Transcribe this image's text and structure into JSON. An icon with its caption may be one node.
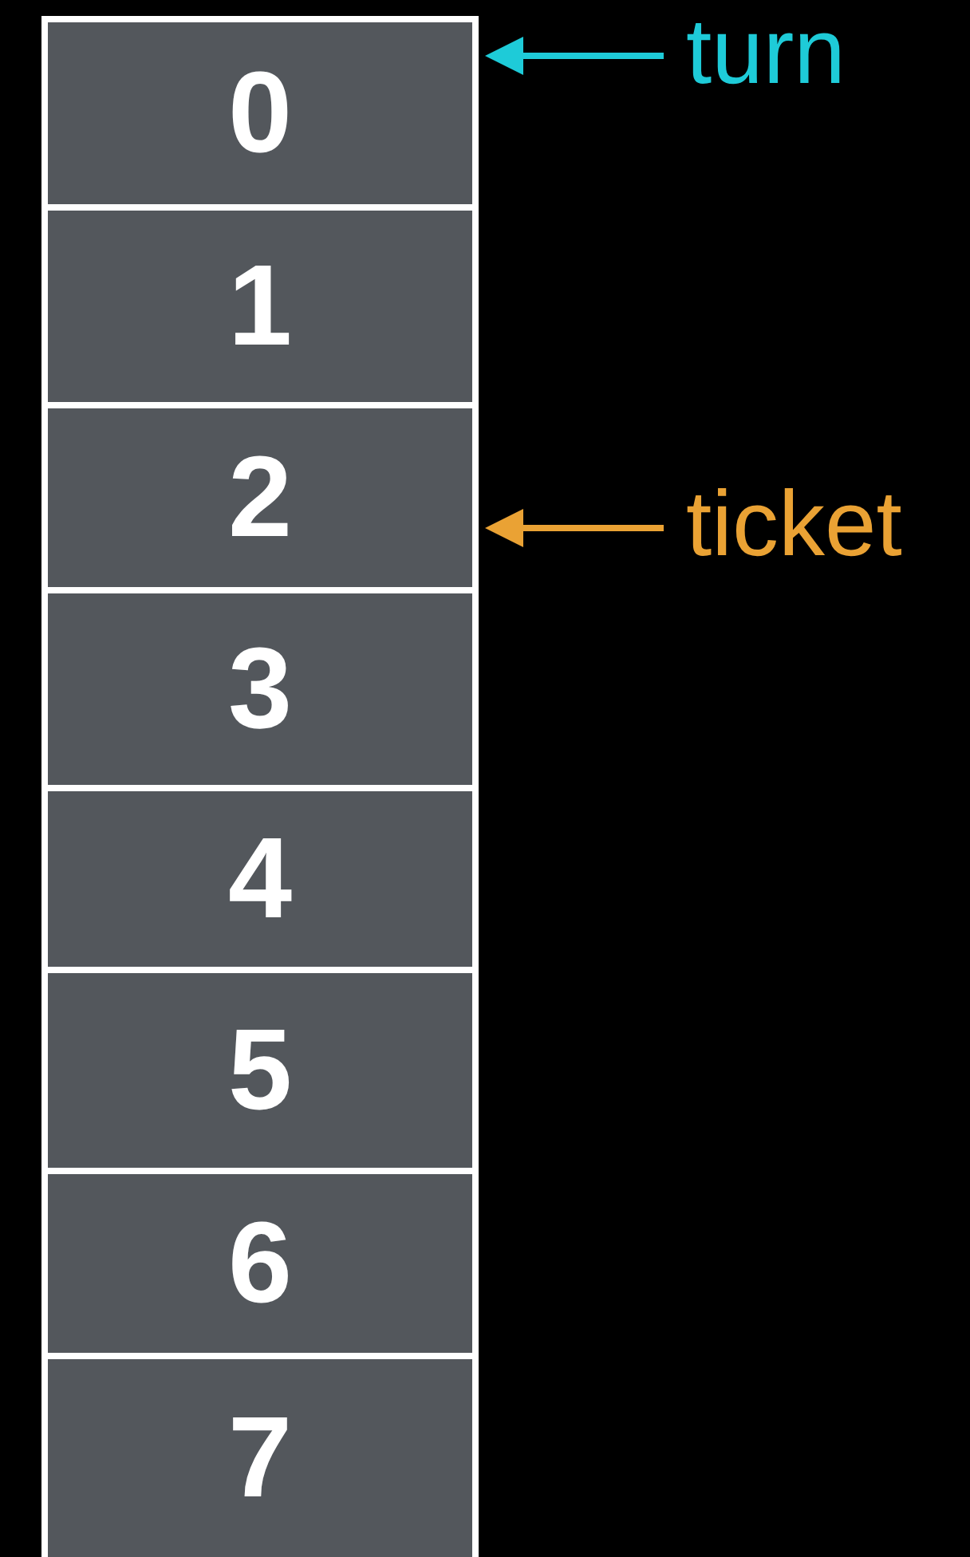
{
  "diagram": {
    "nodes": [
      {
        "text": [
          "0"
        ]
      },
      {
        "text": [
          "1"
        ]
      },
      {
        "text": [
          "2"
        ]
      },
      {
        "text": [
          "3"
        ]
      },
      {
        "text": [
          "4"
        ]
      },
      {
        "text": [
          "5"
        ]
      },
      {
        "text": [
          "6"
        ]
      },
      {
        "text": [
          "7"
        ]
      },
      {
        "text": [
          "turn"
        ]
      },
      {
        "text": [
          "ticket"
        ]
      }
    ],
    "edges": [
      {
        "from": 8,
        "to": 0,
        "arrow": "to",
        "color": "#1ecbd8"
      },
      {
        "from": 9,
        "to": 2,
        "arrow": "to",
        "color": "#eaa234"
      }
    ]
  }
}
